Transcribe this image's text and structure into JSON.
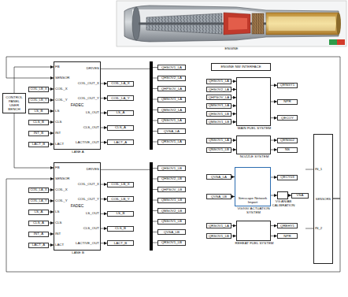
{
  "diagram": {
    "nodes": [
      {
        "text": [
          "CONTROL PANEL USER BENCH"
        ]
      },
      {
        "text": [
          "FADEC",
          "LANE A"
        ]
      },
      {
        "text": [
          "COIL_LB_X"
        ]
      },
      {
        "text": [
          "COIL_LB_Y"
        ]
      },
      {
        "text": [
          "LS_B"
        ]
      },
      {
        "text": [
          "CLS_B"
        ]
      },
      {
        "text": [
          "INT_B"
        ]
      },
      {
        "text": [
          "LACT_B"
        ]
      },
      {
        "text": [
          "COIL_LA_X"
        ]
      },
      {
        "text": [
          "COIL_LA_Y"
        ]
      },
      {
        "text": [
          "LS_A"
        ]
      },
      {
        "text": [
          "CLS_A"
        ]
      },
      {
        "text": [
          "LACT_A"
        ]
      },
      {
        "text": [
          "FADEC",
          "LANE B"
        ]
      },
      {
        "text": [
          "COIL_LA_X"
        ]
      },
      {
        "text": [
          "COIL_LA_Y"
        ]
      },
      {
        "text": [
          "LS_A"
        ]
      },
      {
        "text": [
          "CLS_A"
        ]
      },
      {
        "text": [
          "INT_A"
        ]
      },
      {
        "text": [
          "LACT_A"
        ]
      },
      {
        "text": [
          "COIL_LB_X"
        ]
      },
      {
        "text": [
          "COIL_LB_Y"
        ]
      },
      {
        "text": [
          "LS_B"
        ]
      },
      {
        "text": [
          "CLS_B"
        ]
      },
      {
        "text": [
          "LACT_B"
        ]
      },
      {
        "text": [
          "QHSOV1_LA"
        ]
      },
      {
        "text": [
          "QHSOV2_LA"
        ]
      },
      {
        "text": [
          "QHPSOV_LA"
        ]
      },
      {
        "text": [
          "QMSOV1_LA"
        ]
      },
      {
        "text": [
          "QMSOV2_LA"
        ]
      },
      {
        "text": [
          "QNSOV1_LA"
        ]
      },
      {
        "text": [
          "QVSA_LA"
        ]
      },
      {
        "text": [
          "QRSOV1_LA"
        ]
      },
      {
        "text": [
          "QHSOV1_LB"
        ]
      },
      {
        "text": [
          "QHSOV2_LB"
        ]
      },
      {
        "text": [
          "QHPSOV_LB"
        ]
      },
      {
        "text": [
          "QMSOV1_LB"
        ]
      },
      {
        "text": [
          "QMSOV2_LB"
        ]
      },
      {
        "text": [
          "QNSOV1_LB"
        ]
      },
      {
        "text": [
          "QVSA_LB"
        ]
      },
      {
        "text": [
          "QRSOV1_LB"
        ]
      },
      {
        "text": [
          "ENGINE NW INTERFACE"
        ]
      },
      {
        "text": [
          "MAIN FUEL SYSTEM"
        ]
      },
      {
        "text": [
          "QHSOV1_LA"
        ]
      },
      {
        "text": [
          "QHSOV2_LA"
        ]
      },
      {
        "text": [
          "QHPSOV_LA"
        ]
      },
      {
        "text": [
          "QMSOV1_LA"
        ]
      },
      {
        "text": [
          "QHSOV1_LB"
        ]
      },
      {
        "text": [
          "QMSOV1_LB"
        ]
      },
      {
        "text": [
          "QENGY1"
        ]
      },
      {
        "text": [
          "NPR"
        ]
      },
      {
        "text": [
          "QECOY"
        ]
      },
      {
        "text": [
          "NOZZLE SYSTEM"
        ]
      },
      {
        "text": [
          "QNSOV1_LA"
        ]
      },
      {
        "text": [
          "QNSOV1_LB"
        ]
      },
      {
        "text": [
          "QENG02"
        ]
      },
      {
        "text": [
          "NS"
        ]
      },
      {
        "text": [
          "Simscape Network Import",
          "VG/IGV ACTUATION SYSTEM"
        ]
      },
      {
        "text": [
          "QVSA_LA"
        ]
      },
      {
        "text": [
          "QVSA_LB"
        ]
      },
      {
        "text": [
          "QECY03"
        ]
      },
      {
        "text": [
          "VG AN/AB CALIBRATION"
        ]
      },
      {
        "text": [
          "VSA"
        ]
      },
      {
        "text": [
          "REHEAT FUEL SYSTEM"
        ]
      },
      {
        "text": [
          "QRSOV1_LA"
        ]
      },
      {
        "text": [
          "QRSOV1_LB"
        ]
      },
      {
        "text": [
          "QREHY1"
        ]
      },
      {
        "text": [
          "NPR"
        ]
      },
      {
        "text": [
          "SENSORS"
        ]
      }
    ],
    "edges": [
      {
        "from": 0,
        "to": 1,
        "arrow": "to"
      },
      {
        "from": 0,
        "to": 13,
        "arrow": "to"
      },
      {
        "from": 68,
        "to": 1,
        "arrow": "to"
      },
      {
        "from": 68,
        "to": 13,
        "arrow": "to"
      },
      {
        "from": 2,
        "to": 1,
        "arrow": "to"
      },
      {
        "from": 3,
        "to": 1,
        "arrow": "to"
      },
      {
        "from": 4,
        "to": 1,
        "arrow": "to"
      },
      {
        "from": 5,
        "to": 1,
        "arrow": "to"
      },
      {
        "from": 6,
        "to": 1,
        "arrow": "to"
      },
      {
        "from": 7,
        "to": 1,
        "arrow": "to"
      },
      {
        "from": 1,
        "to": 8,
        "arrow": "to"
      },
      {
        "from": 1,
        "to": 9,
        "arrow": "to"
      },
      {
        "from": 1,
        "to": 10,
        "arrow": "to"
      },
      {
        "from": 1,
        "to": 11,
        "arrow": "to"
      },
      {
        "from": 1,
        "to": 12,
        "arrow": "to"
      },
      {
        "from": 14,
        "to": 13,
        "arrow": "to"
      },
      {
        "from": 15,
        "to": 13,
        "arrow": "to"
      },
      {
        "from": 16,
        "to": 13,
        "arrow": "to"
      },
      {
        "from": 17,
        "to": 13,
        "arrow": "to"
      },
      {
        "from": 18,
        "to": 13,
        "arrow": "to"
      },
      {
        "from": 19,
        "to": 13,
        "arrow": "to"
      },
      {
        "from": 13,
        "to": 20,
        "arrow": "to"
      },
      {
        "from": 13,
        "to": 21,
        "arrow": "to"
      },
      {
        "from": 13,
        "to": 22,
        "arrow": "to"
      },
      {
        "from": 13,
        "to": 23,
        "arrow": "to"
      },
      {
        "from": 13,
        "to": 24,
        "arrow": "to"
      },
      {
        "from": 43,
        "to": 42,
        "arrow": "to"
      },
      {
        "from": 44,
        "to": 42,
        "arrow": "to"
      },
      {
        "from": 45,
        "to": 42,
        "arrow": "to"
      },
      {
        "from": 46,
        "to": 42,
        "arrow": "to"
      },
      {
        "from": 47,
        "to": 42,
        "arrow": "to"
      },
      {
        "from": 48,
        "to": 42,
        "arrow": "to"
      },
      {
        "from": 42,
        "to": 49,
        "arrow": "to"
      },
      {
        "from": 42,
        "to": 50,
        "arrow": "to"
      },
      {
        "from": 42,
        "to": 51,
        "arrow": "to"
      },
      {
        "from": 53,
        "to": 52,
        "arrow": "to"
      },
      {
        "from": 54,
        "to": 52,
        "arrow": "to"
      },
      {
        "from": 52,
        "to": 55,
        "arrow": "to"
      },
      {
        "from": 52,
        "to": 56,
        "arrow": "to"
      },
      {
        "from": 58,
        "to": 57,
        "arrow": "to"
      },
      {
        "from": 59,
        "to": 57,
        "arrow": "to"
      },
      {
        "from": 57,
        "to": 60,
        "arrow": "to"
      },
      {
        "from": 57,
        "to": 61,
        "arrow": "to"
      },
      {
        "from": 61,
        "to": 62,
        "arrow": "to"
      },
      {
        "from": 64,
        "to": 63,
        "arrow": "to"
      },
      {
        "from": 65,
        "to": 63,
        "arrow": "to"
      },
      {
        "from": 63,
        "to": 66,
        "arrow": "to"
      },
      {
        "from": 63,
        "to": 67,
        "arrow": "to"
      }
    ],
    "labels": [
      "ENGINE",
      "FB",
      "SENSOR",
      "COIL_X",
      "COIL_Y",
      "LS",
      "CLS",
      "INT",
      "LACT",
      "DRIVES",
      "COIL_OUT_X",
      "COIL_OUT_Y",
      "LS_OUT",
      "CLS_OUT",
      "LACTIVE_OUT",
      "FB",
      "SENSOR",
      "COIL_X",
      "COIL_Y",
      "LS",
      "CLS",
      "INT",
      "LACT",
      "DRIVES",
      "COIL_OUT_X",
      "COIL_OUT_Y",
      "LS_OUT",
      "CLS_OUT",
      "LACTIVE_OUT",
      "IN_1",
      "IN_2"
    ]
  }
}
